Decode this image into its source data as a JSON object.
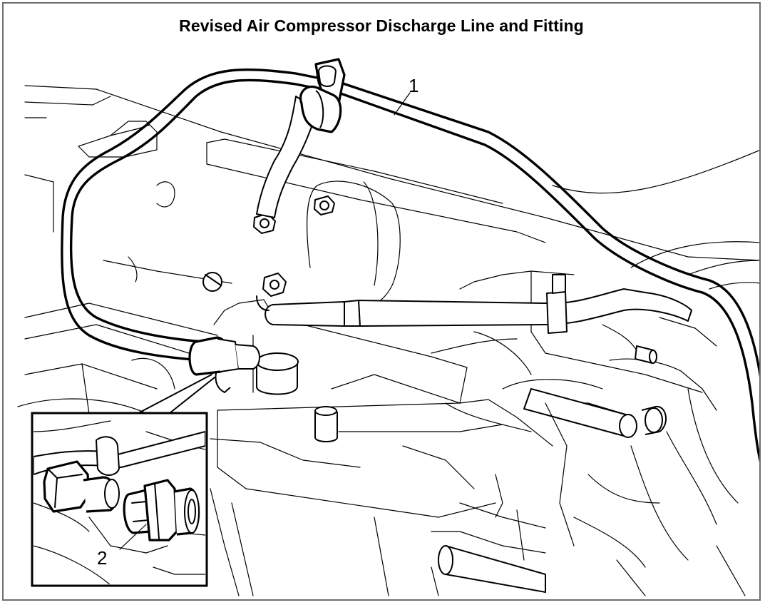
{
  "figure": {
    "title": "Revised Air Compressor Discharge Line and Fitting",
    "callouts": [
      {
        "label": "1"
      },
      {
        "label": "2"
      }
    ]
  }
}
